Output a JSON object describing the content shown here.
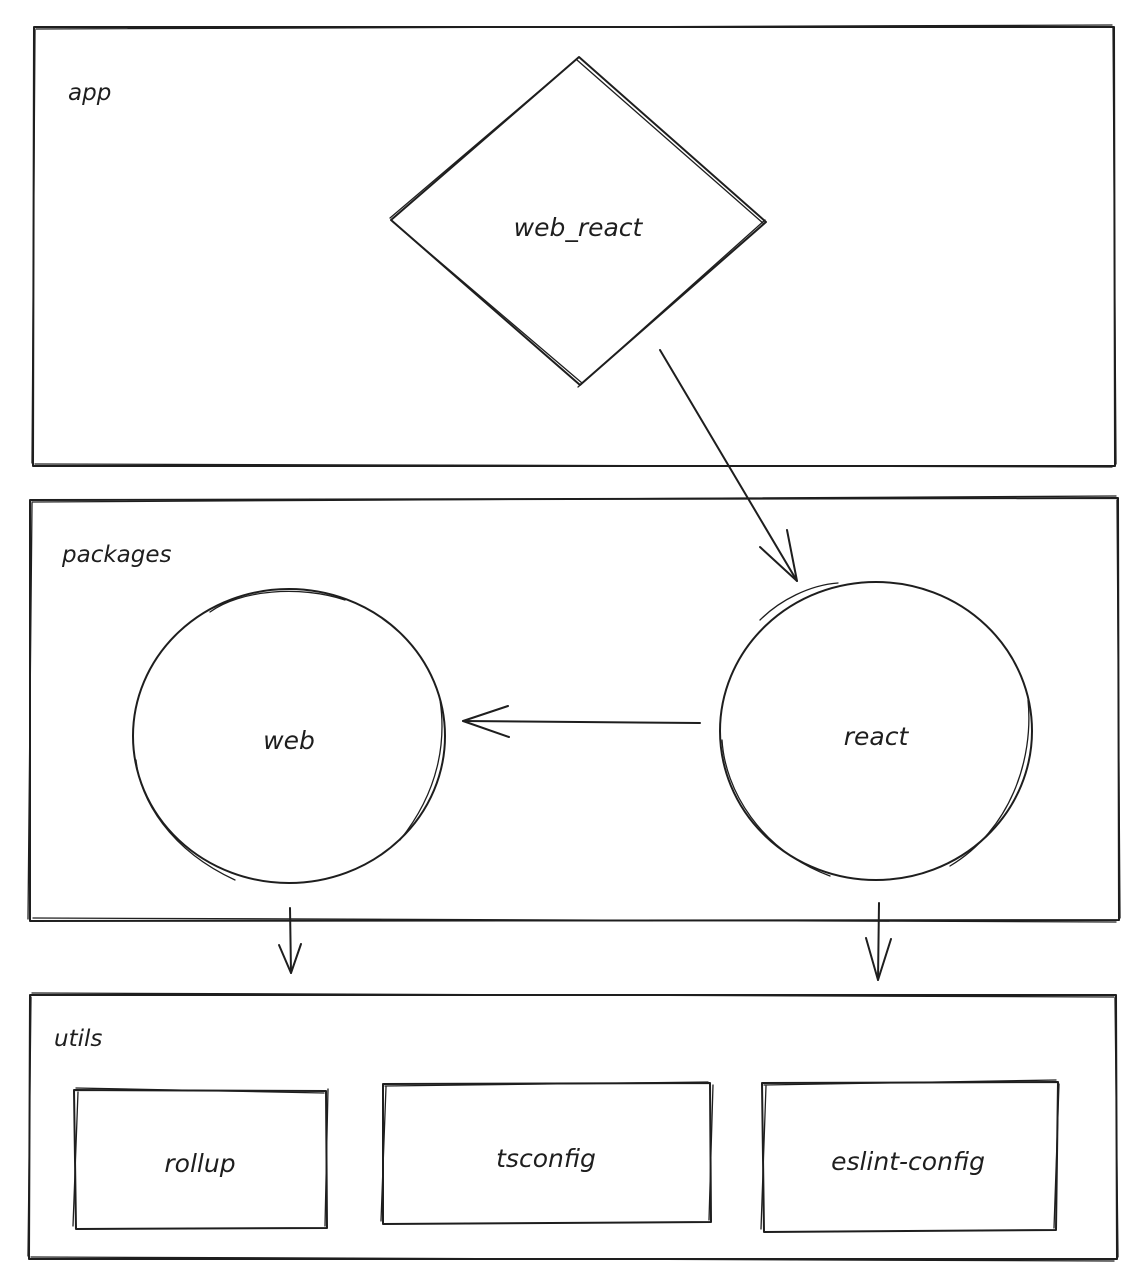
{
  "groups": {
    "app": {
      "label": "app"
    },
    "packages": {
      "label": "packages"
    },
    "utils": {
      "label": "utils"
    }
  },
  "nodes": {
    "web_react": {
      "label": "web_react",
      "shape": "diamond"
    },
    "web": {
      "label": "web",
      "shape": "circle"
    },
    "react": {
      "label": "react",
      "shape": "circle"
    },
    "rollup": {
      "label": "rollup",
      "shape": "rectangle"
    },
    "tsconfig": {
      "label": "tsconfig",
      "shape": "rectangle"
    },
    "eslint_config": {
      "label": "eslint-config",
      "shape": "rectangle"
    }
  },
  "edges": [
    {
      "from": "web_react",
      "to": "react"
    },
    {
      "from": "react",
      "to": "web"
    },
    {
      "from": "web",
      "to": "utils"
    },
    {
      "from": "react",
      "to": "utils"
    }
  ],
  "colors": {
    "stroke": "#1e1e1e",
    "background": "#ffffff"
  }
}
